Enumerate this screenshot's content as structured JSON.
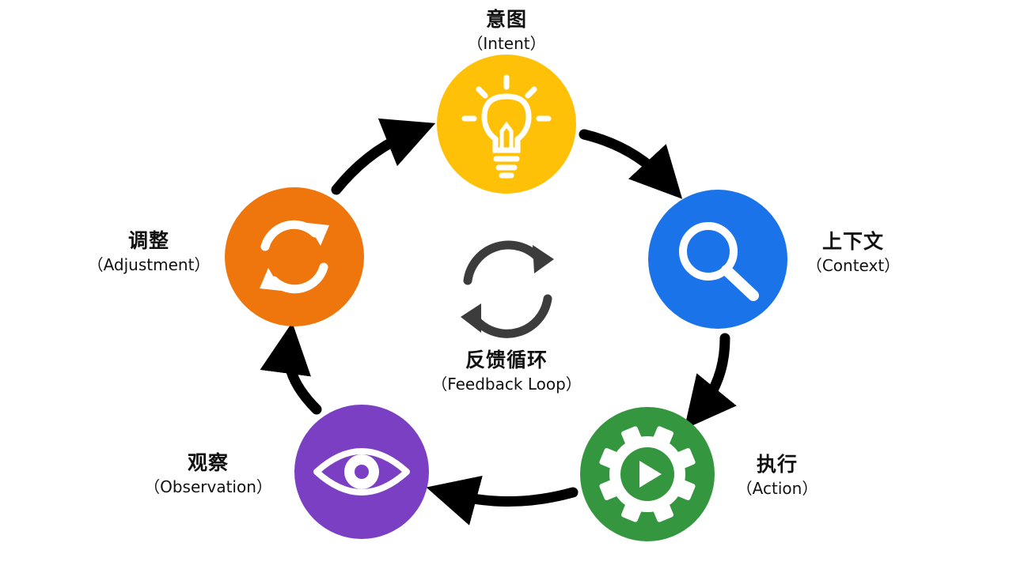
{
  "center": {
    "title": "反馈循环",
    "subtitle": "（Feedback Loop）",
    "icon": "refresh-cycle-icon"
  },
  "nodes": [
    {
      "id": "intent",
      "title": "意图",
      "subtitle": "（Intent）",
      "color": "#FFC107",
      "icon": "lightbulb-icon"
    },
    {
      "id": "context",
      "title": "上下文",
      "subtitle": "（Context）",
      "color": "#1A73E8",
      "icon": "magnifier-icon"
    },
    {
      "id": "action",
      "title": "执行",
      "subtitle": "（Action）",
      "color": "#34963E",
      "icon": "gear-play-icon"
    },
    {
      "id": "observation",
      "title": "观察",
      "subtitle": "（Observation）",
      "color": "#7B3FC4",
      "icon": "eye-icon"
    },
    {
      "id": "adjustment",
      "title": "调整",
      "subtitle": "（Adjustment）",
      "color": "#EE760C",
      "icon": "refresh-icon"
    }
  ],
  "colors": {
    "arrow": "#000000",
    "center_icon": "#3c3c3c",
    "icon_glyph": "#ffffff"
  }
}
